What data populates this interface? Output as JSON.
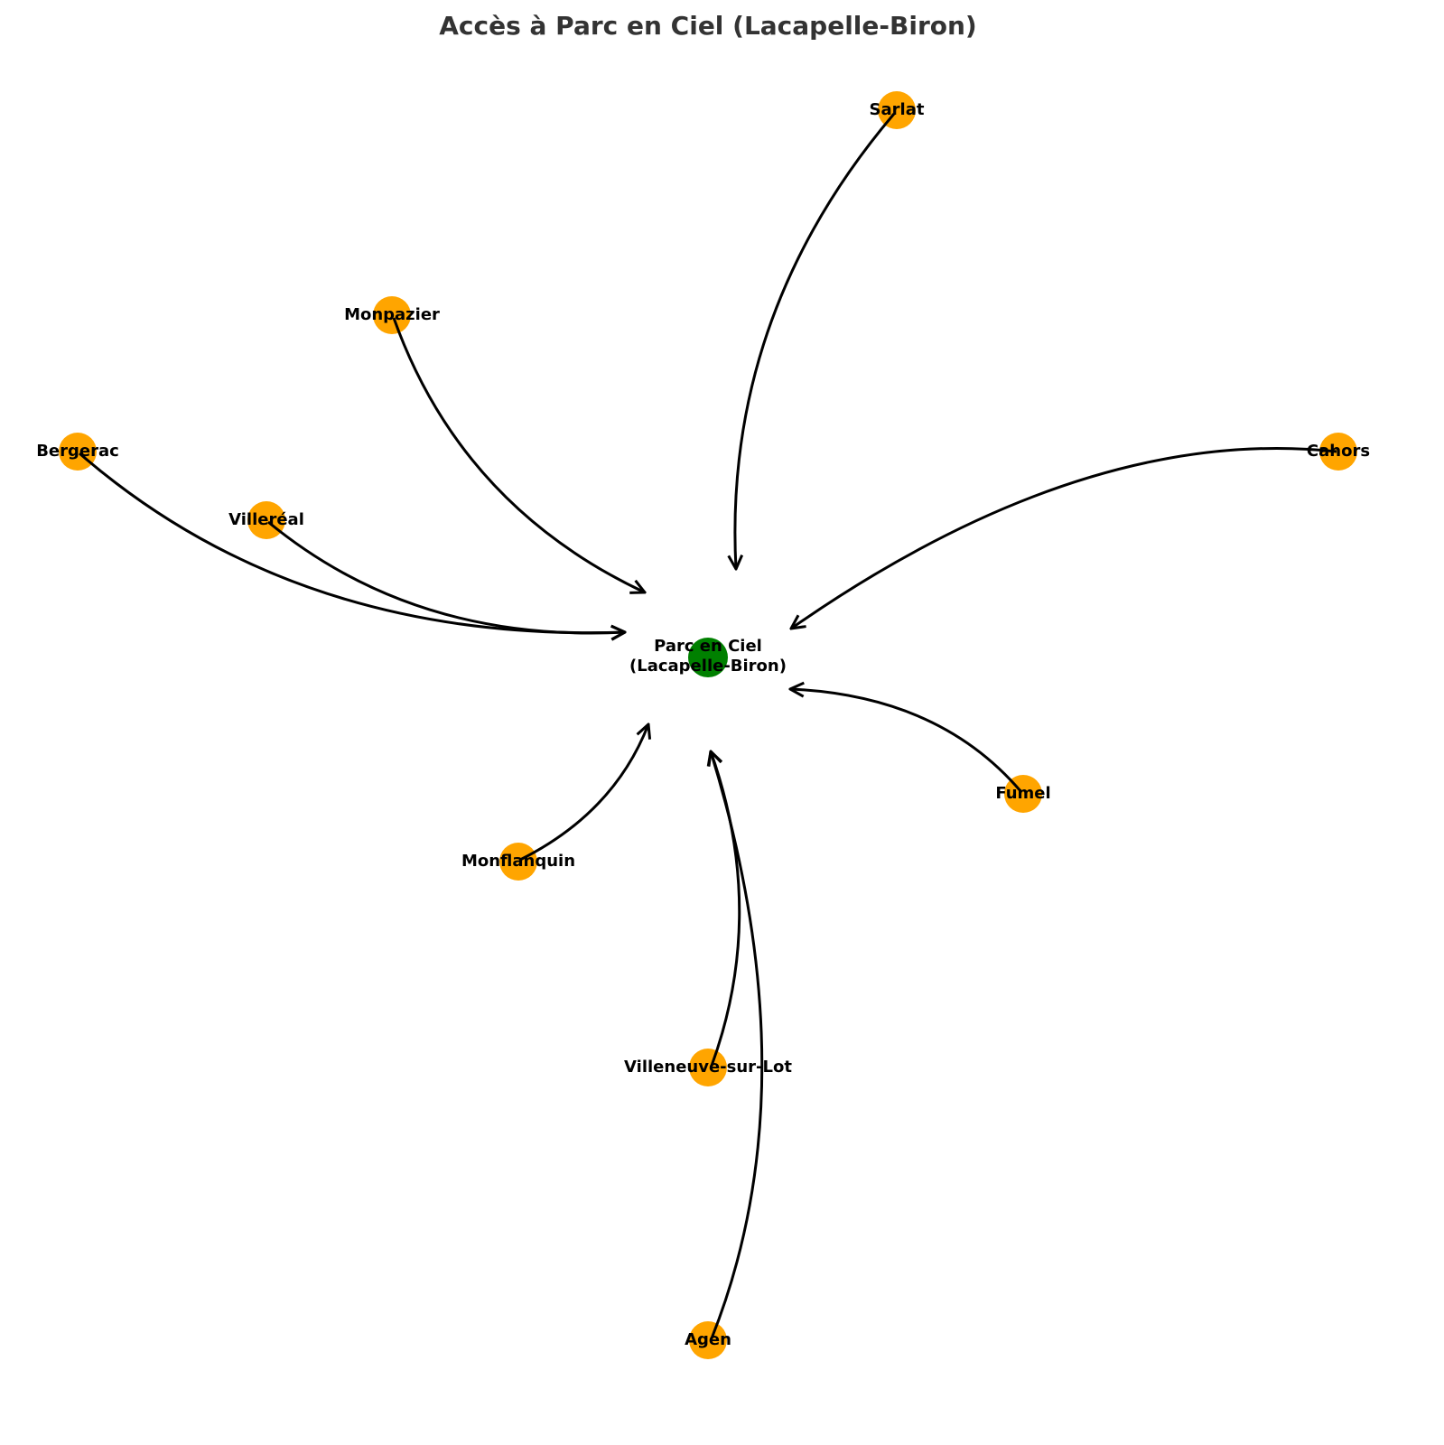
{
  "title": "Accès à Parc en Ciel (Lacapelle-Biron)",
  "center": {
    "line1": "Parc en Ciel",
    "line2": "(Lacapelle-Biron)",
    "color": "#008000"
  },
  "node_color": "#FFA500",
  "nodes": [
    "Sarlat",
    "Monpazier",
    "Bergerac",
    "Villeréal",
    "Cahors",
    "Fumel",
    "Monflanquin",
    "Villeneuve-sur-Lot",
    "Agen"
  ]
}
